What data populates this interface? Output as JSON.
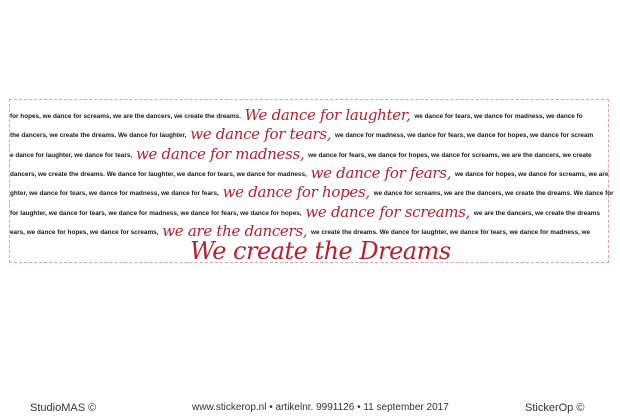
{
  "lines": [
    {
      "pre": "for hopes, we dance for screams, we are the dancers, we create the dreams.",
      "script": "We dance for laughter,",
      "post": "we dance for tears, we dance for madness, we dance fo"
    },
    {
      "pre": "the dancers, we create the dreams. We dance for laughter,",
      "script": "we dance for tears,",
      "post": "we dance for madness, we dance for fears, we dance for hopes, we dance for scream"
    },
    {
      "pre": "e dance for laughter, we dance for tears,",
      "script": "we dance for madness,",
      "post": "we dance for fears, we dance for hopes, we dance for screams, we are the dancers, we create"
    },
    {
      "pre": "dancers, we create the dreams. We dance for laughter, we dance for tears, we dance for madness,",
      "script": "we dance for fears,",
      "post": "we dance for hopes, we dance for screams, we are"
    },
    {
      "pre": "ghter, we dance for tears, we dance for madness, we dance for fears,",
      "script": "we dance for hopes,",
      "post": "we dance for screams, we are the dancers, we create the dreams. We dance for"
    },
    {
      "pre": "for laughter, we dance for tears, we dance for madness, we dance for fears, we dance for hopes,",
      "script": "we dance for screams,",
      "post": "we are the dancers, we create the dreams"
    },
    {
      "pre": "ears, we dance for hopes, we dance for screams,",
      "script": "we are the dancers,",
      "post": "we create the dreams. We dance for laughter, we dance for tears, we dance for madness, we"
    }
  ],
  "final": "We create the Dreams",
  "footer": {
    "left": "StudioMAS ©",
    "center": "www.stickerop.nl  •  artikelnr. 9991126  •  11 september 2017",
    "right": "StickerOp ©"
  },
  "colors": {
    "script": "#b7202e",
    "text": "#1a1a1a",
    "border": "#e3a0a8"
  }
}
